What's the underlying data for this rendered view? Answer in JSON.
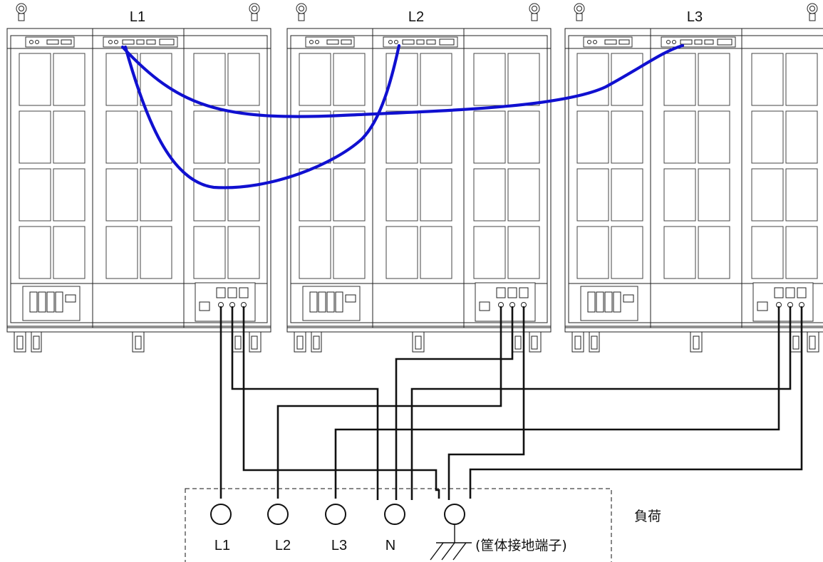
{
  "units": [
    {
      "id": "u1",
      "label": "L1"
    },
    {
      "id": "u2",
      "label": "L2"
    },
    {
      "id": "u3",
      "label": "L3"
    }
  ],
  "load": {
    "label": "負荷",
    "terminals": [
      {
        "id": "t-l1",
        "label": "L1"
      },
      {
        "id": "t-l2",
        "label": "L2"
      },
      {
        "id": "t-l3",
        "label": "L3"
      },
      {
        "id": "t-n",
        "label": "N"
      },
      {
        "id": "t-pe",
        "label": "(筐体接地端子)"
      }
    ]
  },
  "colors": {
    "comm_cable": "#1010d0",
    "power_wire": "#111111"
  }
}
